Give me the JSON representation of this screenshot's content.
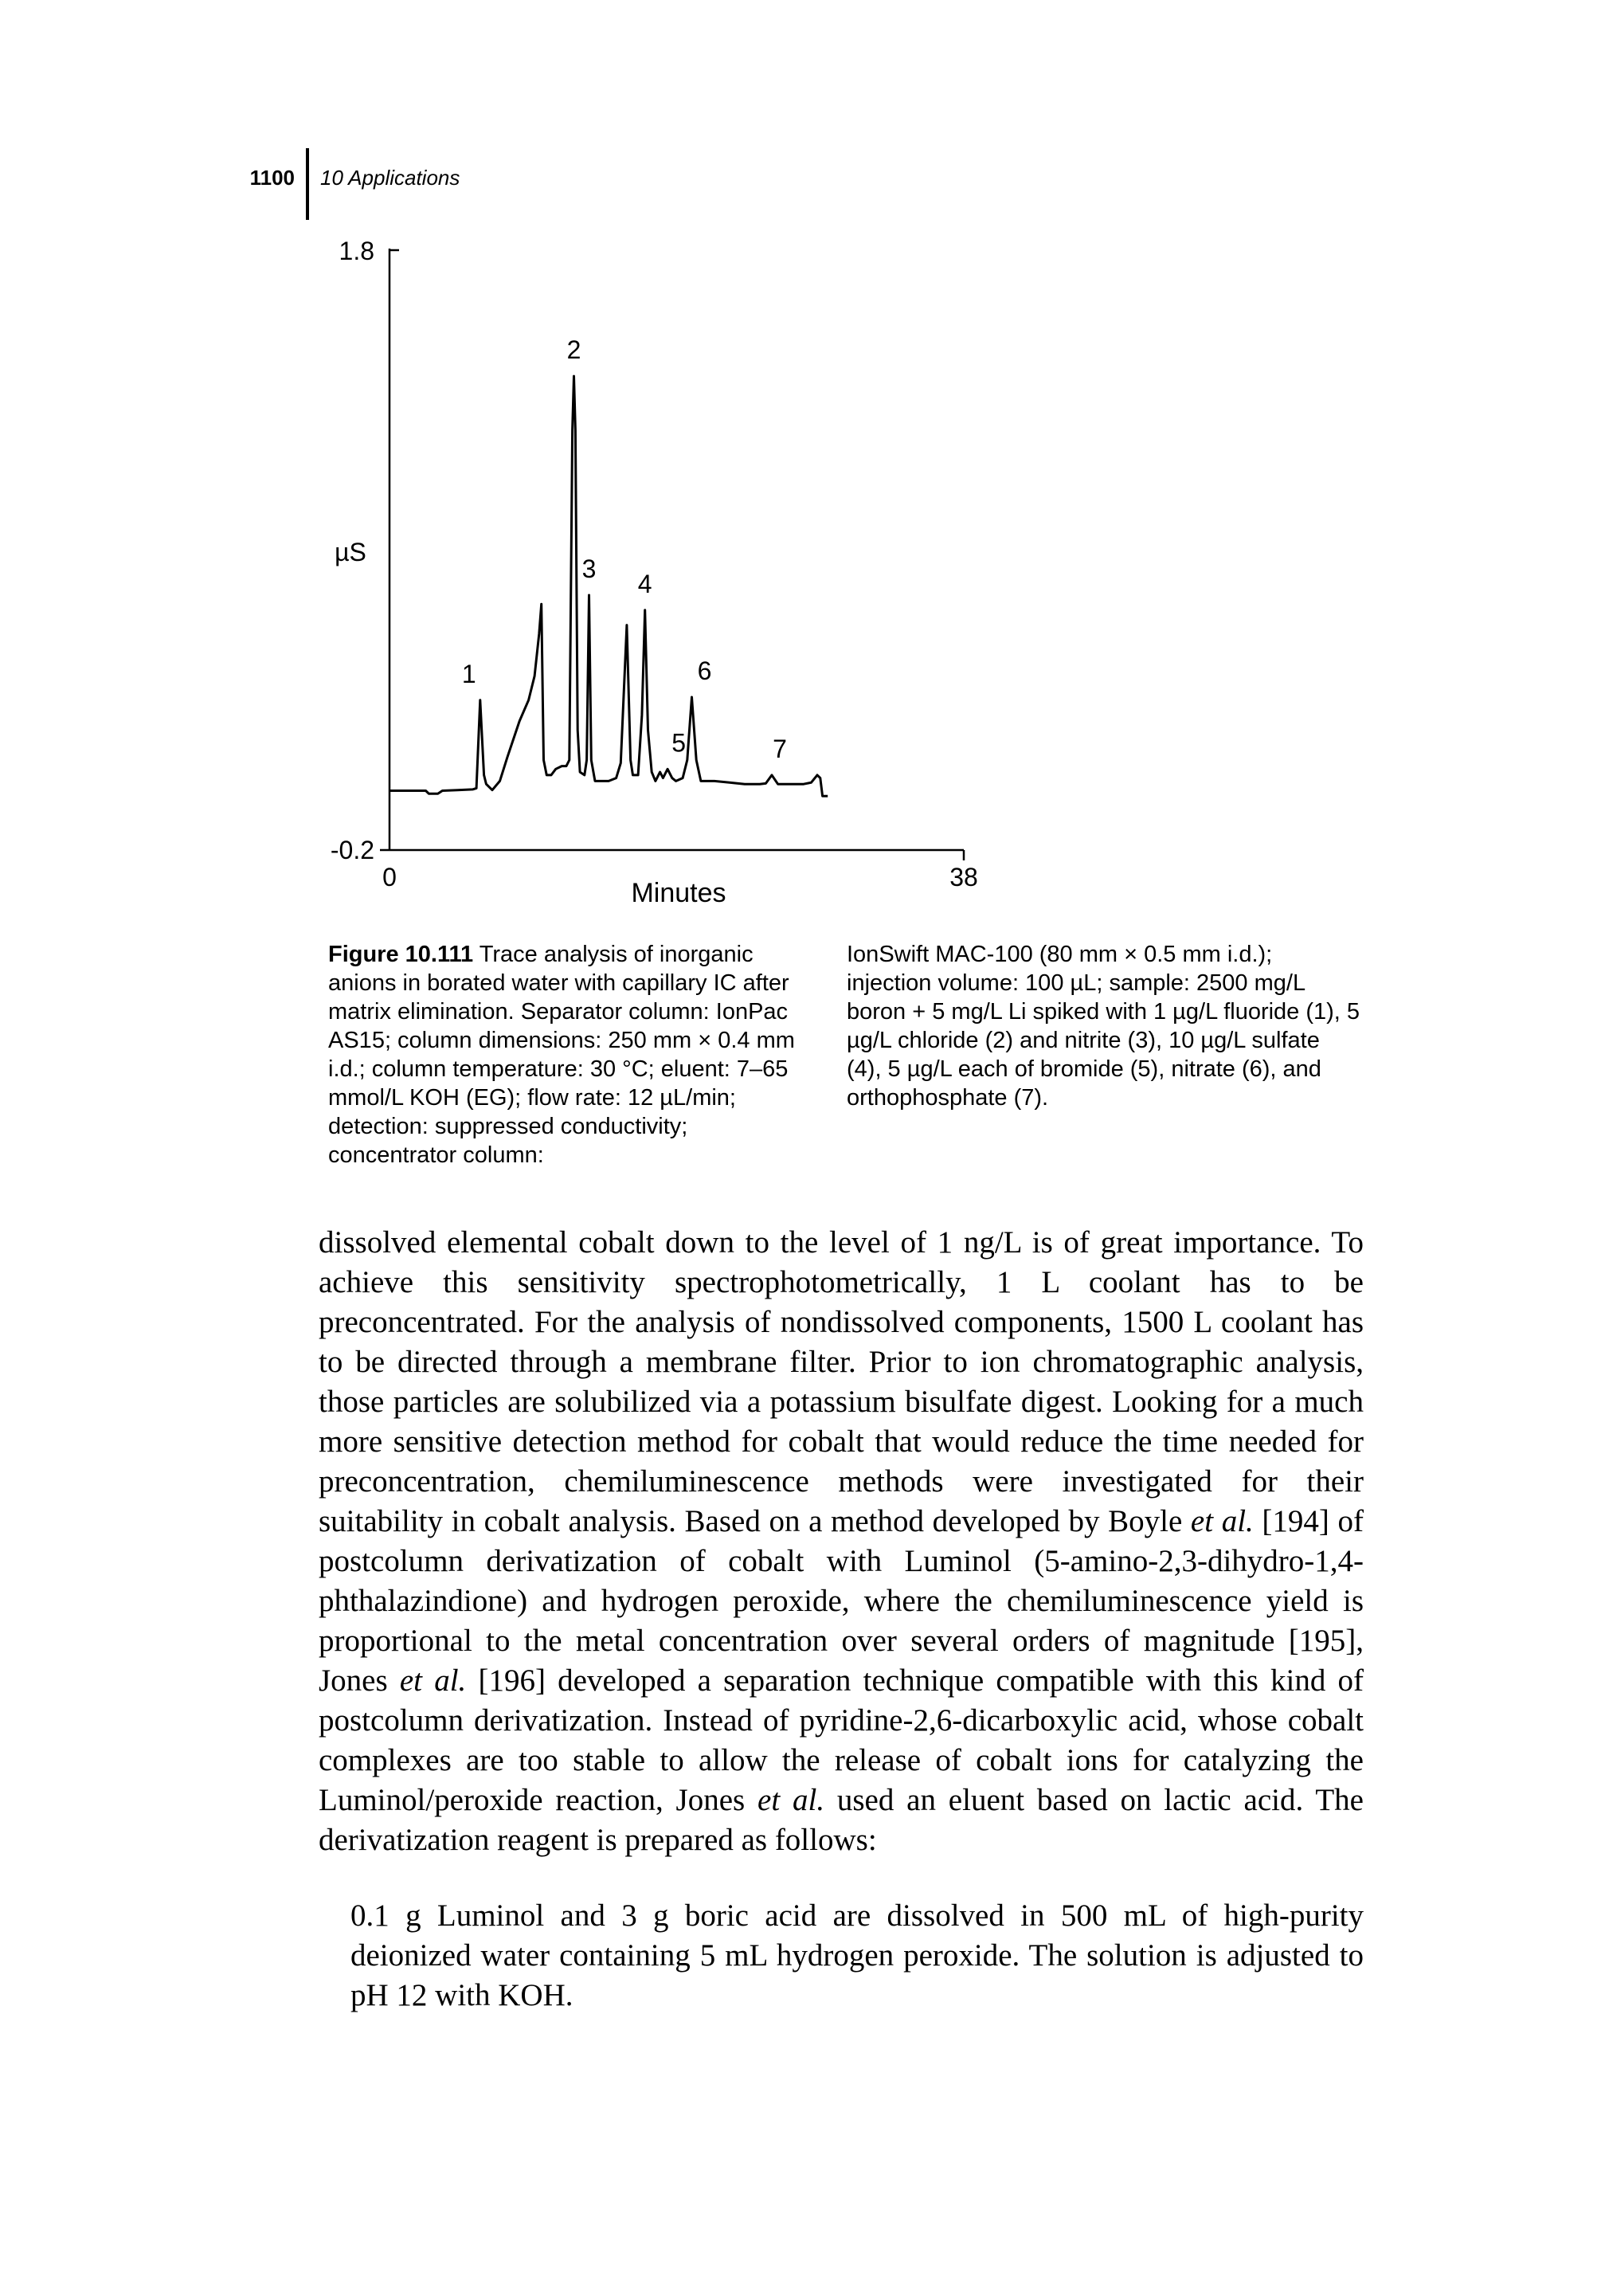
{
  "header": {
    "page_number": "1100",
    "running_head": "10 Applications"
  },
  "chart_data": {
    "type": "line",
    "title": "",
    "xlabel": "Minutes",
    "ylabel": "µS",
    "xlim": [
      0,
      38
    ],
    "ylim": [
      -0.2,
      1.8
    ],
    "x_ticks": [
      "0",
      "38"
    ],
    "y_ticks": [
      "-0.2",
      "1.8"
    ],
    "grid": false,
    "legend": "none",
    "peaks": [
      {
        "label": "1",
        "x": 6.0,
        "y": 0.3
      },
      {
        "label": "2",
        "x": 12.2,
        "y": 1.38
      },
      {
        "label": "3",
        "x": 13.2,
        "y": 0.65
      },
      {
        "label": "4",
        "x": 16.9,
        "y": 0.6
      },
      {
        "label": "5",
        "x": 18.4,
        "y": 0.07
      },
      {
        "label": "6",
        "x": 20.0,
        "y": 0.31
      },
      {
        "label": "7",
        "x": 25.3,
        "y": 0.05
      }
    ],
    "trace": [
      [
        0.0,
        -0.002
      ],
      [
        1.0,
        -0.002
      ],
      [
        2.0,
        -0.002
      ],
      [
        2.4,
        -0.002
      ],
      [
        2.6,
        -0.012
      ],
      [
        3.2,
        -0.012
      ],
      [
        3.5,
        -0.002
      ],
      [
        4.5,
        0.0
      ],
      [
        5.5,
        0.002
      ],
      [
        5.75,
        0.006
      ],
      [
        6.0,
        0.3
      ],
      [
        6.25,
        0.05
      ],
      [
        6.4,
        0.02
      ],
      [
        6.8,
        0.0
      ],
      [
        7.3,
        0.03
      ],
      [
        7.8,
        0.11
      ],
      [
        8.6,
        0.23
      ],
      [
        9.2,
        0.3
      ],
      [
        9.6,
        0.38
      ],
      [
        9.9,
        0.52
      ],
      [
        10.05,
        0.62
      ],
      [
        10.2,
        0.1
      ],
      [
        10.4,
        0.05
      ],
      [
        10.7,
        0.05
      ],
      [
        11.0,
        0.07
      ],
      [
        11.4,
        0.08
      ],
      [
        11.7,
        0.08
      ],
      [
        11.9,
        0.1
      ],
      [
        12.1,
        1.2
      ],
      [
        12.2,
        1.38
      ],
      [
        12.3,
        1.2
      ],
      [
        12.45,
        0.2
      ],
      [
        12.6,
        0.06
      ],
      [
        12.9,
        0.05
      ],
      [
        13.05,
        0.1
      ],
      [
        13.2,
        0.65
      ],
      [
        13.35,
        0.1
      ],
      [
        13.6,
        0.03
      ],
      [
        14.5,
        0.03
      ],
      [
        15.0,
        0.04
      ],
      [
        15.3,
        0.09
      ],
      [
        15.7,
        0.55
      ],
      [
        15.95,
        0.1
      ],
      [
        16.1,
        0.05
      ],
      [
        16.45,
        0.05
      ],
      [
        16.7,
        0.25
      ],
      [
        16.9,
        0.6
      ],
      [
        17.1,
        0.2
      ],
      [
        17.35,
        0.06
      ],
      [
        17.6,
        0.03
      ],
      [
        17.9,
        0.06
      ],
      [
        18.1,
        0.04
      ],
      [
        18.4,
        0.07
      ],
      [
        18.7,
        0.04
      ],
      [
        18.95,
        0.03
      ],
      [
        19.4,
        0.04
      ],
      [
        19.7,
        0.1
      ],
      [
        20.0,
        0.31
      ],
      [
        20.3,
        0.1
      ],
      [
        20.6,
        0.03
      ],
      [
        21.5,
        0.03
      ],
      [
        22.5,
        0.025
      ],
      [
        23.5,
        0.02
      ],
      [
        24.5,
        0.02
      ],
      [
        24.9,
        0.022
      ],
      [
        25.3,
        0.05
      ],
      [
        25.7,
        0.02
      ],
      [
        26.5,
        0.02
      ],
      [
        27.4,
        0.02
      ],
      [
        27.9,
        0.025
      ],
      [
        28.3,
        0.05
      ],
      [
        28.5,
        0.04
      ],
      [
        28.65,
        -0.02
      ],
      [
        29.0,
        -0.02
      ]
    ]
  },
  "caption": {
    "label": "Figure 10.111",
    "left_text": "Trace analysis of inorganic anions in borated water with capillary IC after matrix elimination. Separator column: IonPac AS15; column dimensions: 250 mm × 0.4 mm i.d.; column temperature: 30 °C; eluent: 7–65 mmol/L KOH (EG); flow rate: 12 µL/min; detection: suppressed conductivity; concentrator column:",
    "right_text": "IonSwift MAC-100 (80 mm × 0.5 mm i.d.); injection volume: 100 µL; sample: 2500 mg/L boron + 5 mg/L Li spiked with 1 µg/L fluoride (1), 5 µg/L chloride (2) and nitrite (3), 10 µg/L sulfate (4), 5 µg/L each of bromide (5), nitrate (6), and orthophosphate (7)."
  },
  "body": {
    "p1_a": "dissolved elemental cobalt down to the level of 1 ng/L is of great importance. To achieve this sensitivity spectrophotometrically, 1 L coolant has to be preconcentrated. For the analysis of nondissolved components, 1500 L coolant has to be directed through a membrane filter. Prior to ion chromatographic analysis, those particles are solubilized via a potassium bisulfate digest. Looking for a much more sensitive detection method for cobalt that would reduce the time needed for preconcentration, chemiluminescence methods were investigated for their suitability in cobalt analysis. Based on a method developed by Boyle ",
    "et_al": "et al.",
    "p1_b": " [194] of postcolumn derivatization of cobalt with Luminol (5-amino-2,3-dihydro-1,4-phthalazindione) and hydrogen peroxide, where the chemiluminescence yield is proportional to the metal concentration over several orders of magnitude [195], Jones ",
    "p1_c": " [196] developed a separation technique compatible with this kind of postcolumn derivatization. Instead of pyridine-2,6-dicarboxylic acid, whose cobalt complexes are too stable to allow the release of cobalt ions for catalyzing the Luminol/peroxide reaction, Jones ",
    "p1_d": " used an eluent based on lactic acid. The derivatization reagent is prepared as follows:",
    "p2": "0.1 g Luminol and 3 g boric acid are dissolved in 500 mL of high-purity deionized water containing 5 mL hydrogen peroxide. The solution is adjusted to pH 12 with KOH."
  }
}
